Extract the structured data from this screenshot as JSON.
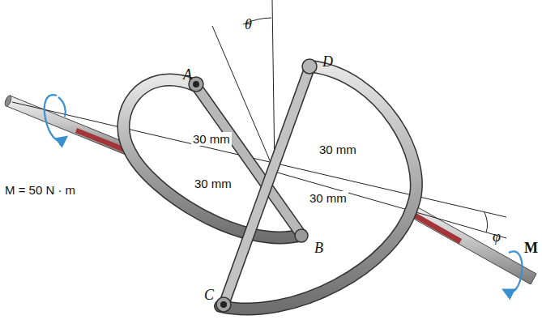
{
  "diagram": {
    "labels": [
      "θ",
      "A",
      "D",
      "30 mm",
      "30 mm",
      "M = 50 N · m",
      "30 mm",
      "30 mm",
      "B",
      "C",
      "φ",
      "M"
    ]
  }
}
